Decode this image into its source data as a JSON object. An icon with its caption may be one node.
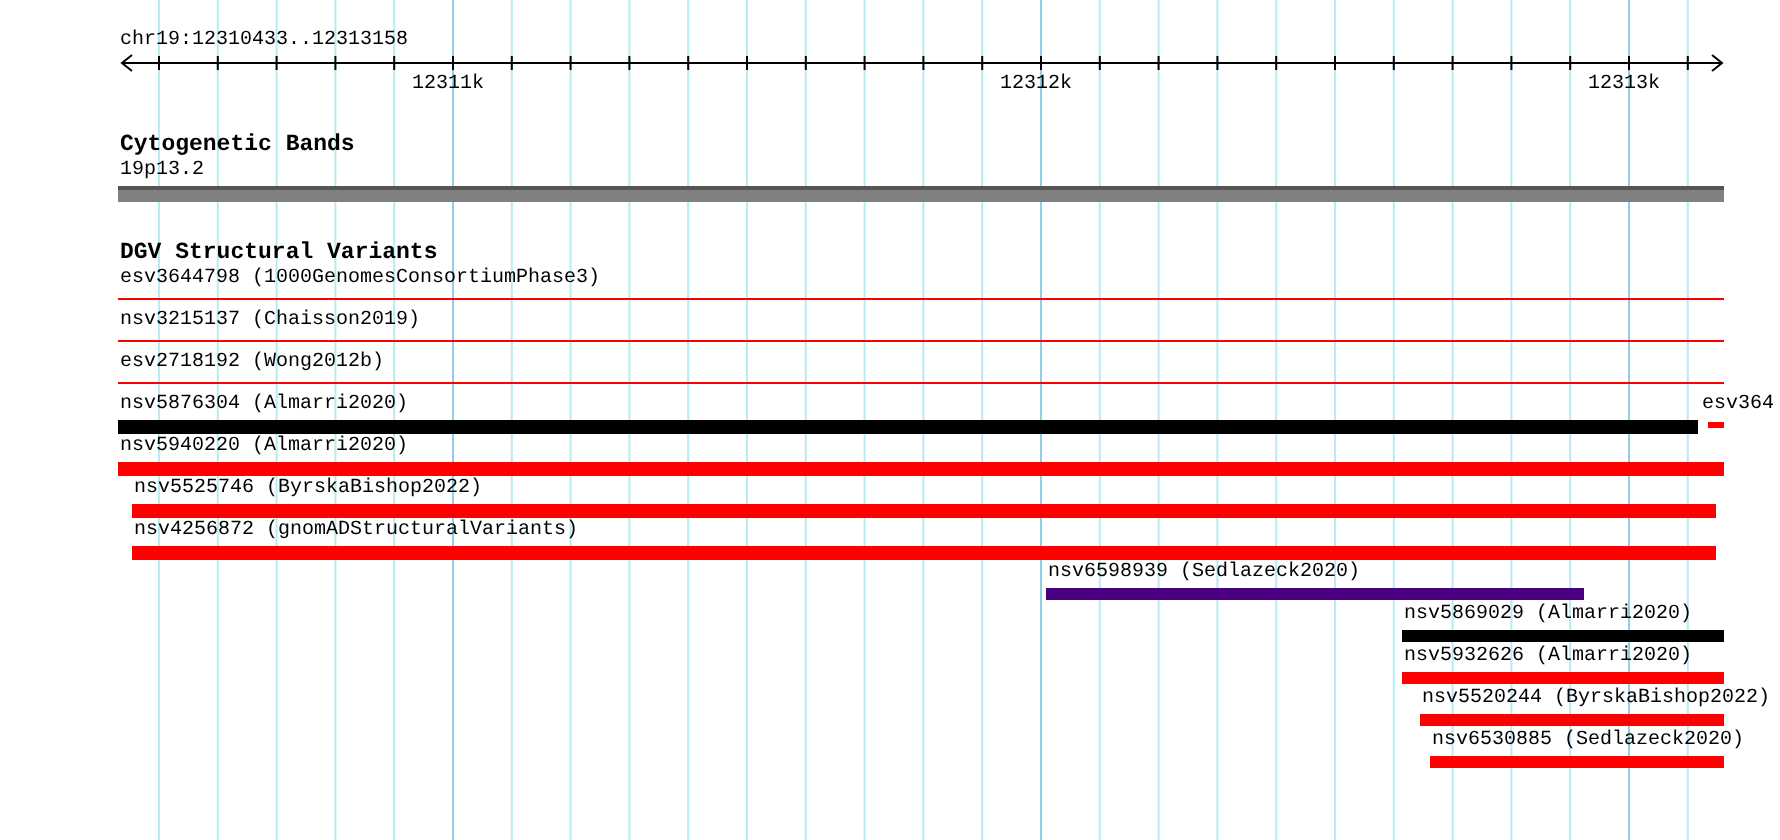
{
  "diagram": {
    "nodes": [
      {
        "text": [
          "19p13.2"
        ]
      },
      {
        "text": [
          "esv3644798 (1000GenomesConsortiumPhase3)"
        ]
      },
      {
        "text": [
          "nsv3215137 (Chaisson2019)"
        ]
      },
      {
        "text": [
          "esv2718192 (Wong2012b)"
        ]
      },
      {
        "text": [
          "nsv5876304 (Almarri2020)"
        ]
      },
      {
        "text": [
          "esv364"
        ]
      },
      {
        "text": [
          "nsv5940220 (Almarri2020)"
        ]
      },
      {
        "text": [
          "nsv5525746 (ByrskaBishop2022)"
        ]
      },
      {
        "text": [
          "nsv4256872 (gnomADStructuralVariants)"
        ]
      },
      {
        "text": [
          "nsv6598939 (Sedlazeck2020)"
        ]
      },
      {
        "text": [
          "nsv5869029 (Almarri2020)"
        ]
      },
      {
        "text": [
          "nsv5932626 (Almarri2020)"
        ]
      },
      {
        "text": [
          "nsv5520244 (ByrskaBishop2022)"
        ]
      },
      {
        "text": [
          "nsv6530885 (Sedlazeck2020)"
        ]
      }
    ],
    "labels": [
      "chr19:12310433..12313158",
      "12311k",
      "12312k",
      "12313k",
      "Cytogenetic Bands",
      "DGV Structural Variants"
    ]
  }
}
